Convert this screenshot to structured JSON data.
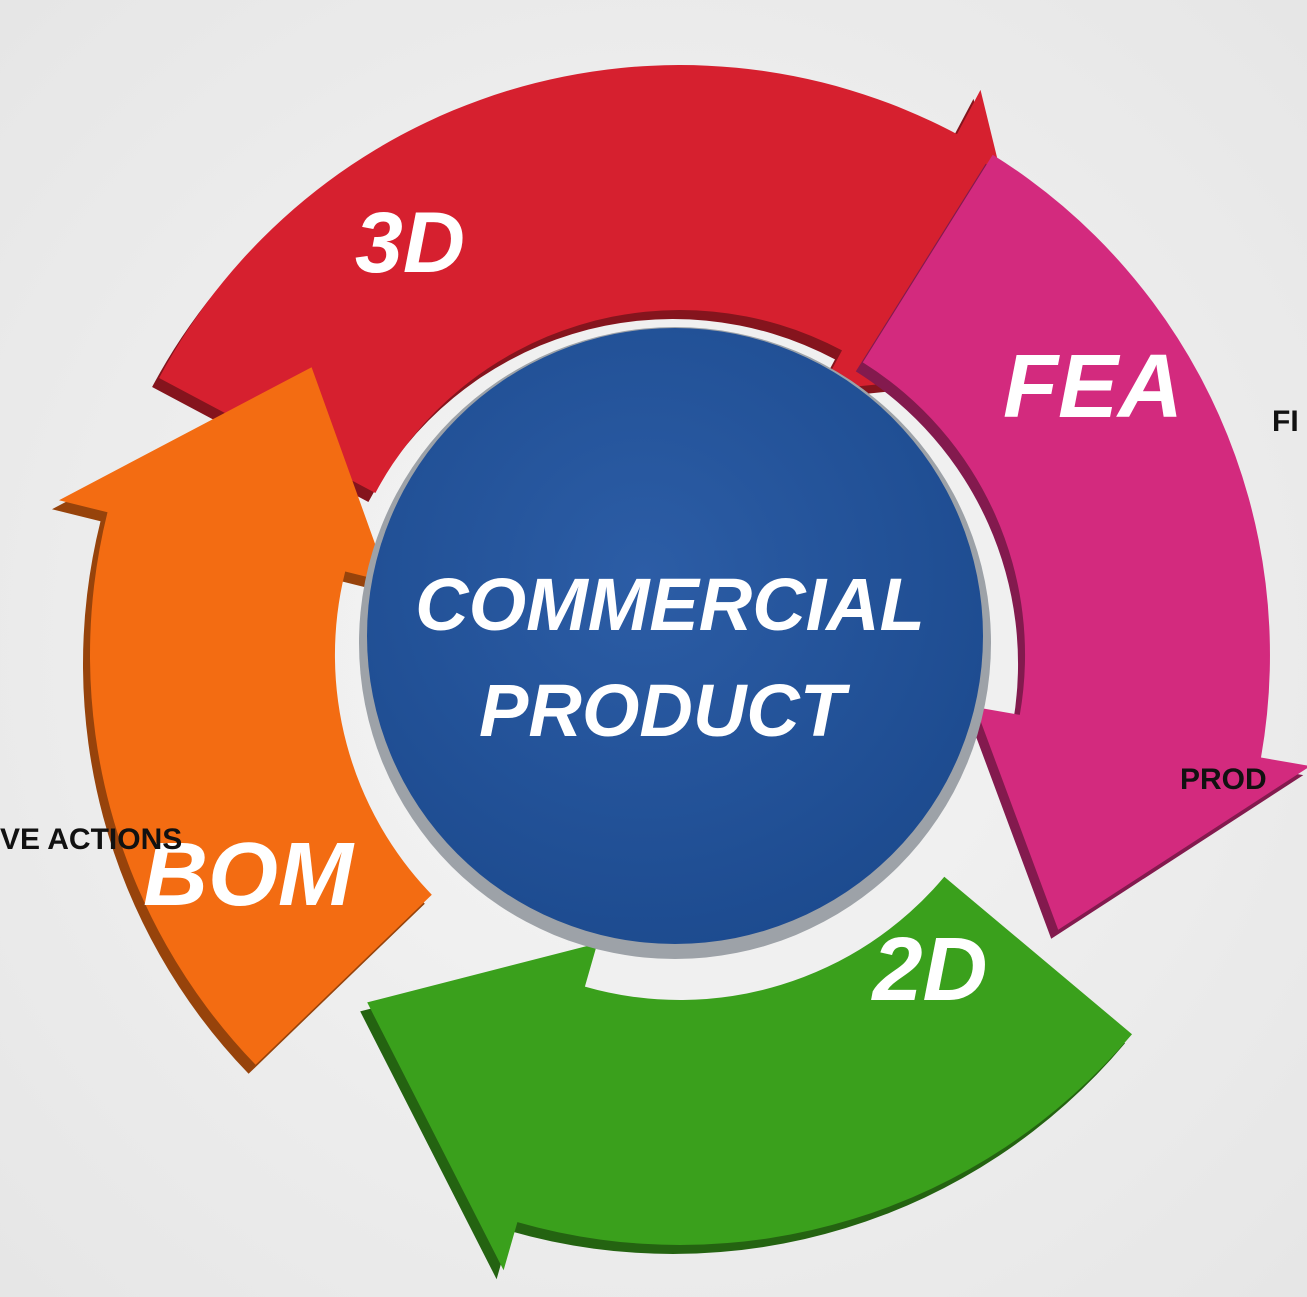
{
  "diagram": {
    "center": {
      "line1": "COMMERCIAL",
      "line2": "PRODUCT"
    },
    "segments": [
      {
        "id": "3d",
        "label": "3D",
        "color": "#d6202f"
      },
      {
        "id": "fea",
        "label": "FEA",
        "color": "#d32a7e"
      },
      {
        "id": "2d",
        "label": "2D",
        "color": "#3aa01c"
      },
      {
        "id": "bom",
        "label": "BOM",
        "color": "#f36c12"
      }
    ],
    "center_color": "#235199",
    "side_labels": {
      "right_top": "FI",
      "right_bottom": "PROD",
      "left_bottom": "VE ACTIONS"
    }
  }
}
